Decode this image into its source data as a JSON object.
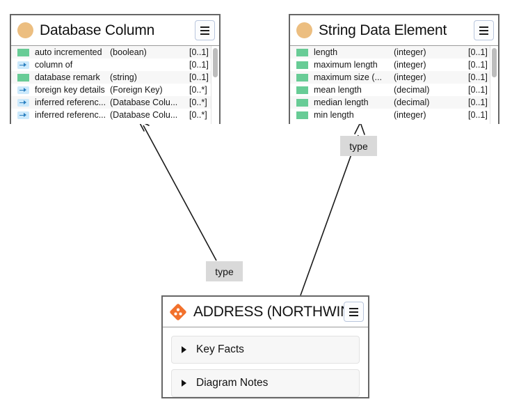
{
  "diagram": {
    "background": "#ffffff",
    "edge_color": "#1a1a1a",
    "label_background": "#d9d9d9"
  },
  "nodes": {
    "database_column": {
      "title": "Database Column",
      "icon": "concept-circle-icon",
      "icon_color": "#ecbe80",
      "menu_label": "≡",
      "attributes": [
        {
          "icon": "attribute-green-icon",
          "kind": "green",
          "name": "auto incremented",
          "type": "(boolean)",
          "cardinality": "[0..1]"
        },
        {
          "icon": "reference-arrow-icon",
          "kind": "ref",
          "name": "column of",
          "type": "",
          "cardinality": "[0..1]"
        },
        {
          "icon": "attribute-green-icon",
          "kind": "green",
          "name": "database remark",
          "type": "(string)",
          "cardinality": "[0..1]"
        },
        {
          "icon": "reference-arrow-icon",
          "kind": "ref",
          "name": "foreign key details",
          "type": "(Foreign Key)",
          "cardinality": "[0..*]"
        },
        {
          "icon": "reference-arrow-icon",
          "kind": "ref",
          "name": "inferred referenc...",
          "type": "(Database Colu...",
          "cardinality": "[0..*]"
        },
        {
          "icon": "reference-arrow-icon",
          "kind": "ref",
          "name": "inferred referenc...",
          "type": "(Database Colu...",
          "cardinality": "[0..*]"
        }
      ]
    },
    "string_data_element": {
      "title": "String Data Element",
      "icon": "concept-circle-icon",
      "icon_color": "#ecbe80",
      "menu_label": "≡",
      "attributes": [
        {
          "icon": "attribute-green-icon",
          "kind": "green",
          "name": "length",
          "type": "(integer)",
          "cardinality": "[0..1]"
        },
        {
          "icon": "attribute-green-icon",
          "kind": "green",
          "name": "maximum length",
          "type": "(integer)",
          "cardinality": "[0..1]"
        },
        {
          "icon": "attribute-green-icon",
          "kind": "green",
          "name": "maximum size (...",
          "type": "(integer)",
          "cardinality": "[0..1]"
        },
        {
          "icon": "attribute-green-icon",
          "kind": "green",
          "name": "mean length",
          "type": "(decimal)",
          "cardinality": "[0..1]"
        },
        {
          "icon": "attribute-green-icon",
          "kind": "green",
          "name": "median length",
          "type": "(decimal)",
          "cardinality": "[0..1]"
        },
        {
          "icon": "attribute-green-icon",
          "kind": "green",
          "name": "min length",
          "type": "(integer)",
          "cardinality": "[0..1]"
        }
      ]
    },
    "address": {
      "title": "ADDRESS (NORTHWIN...",
      "icon": "entity-diamond-icon",
      "icon_color": "#f2712c",
      "menu_label": "≡",
      "sections": [
        {
          "label": "Key Facts",
          "expanded": false
        },
        {
          "label": "Diagram Notes",
          "expanded": false
        }
      ]
    }
  },
  "edges": [
    {
      "label": "type",
      "from": "address",
      "to": "database_column"
    },
    {
      "label": "type",
      "from": "address",
      "to": "string_data_element"
    }
  ]
}
